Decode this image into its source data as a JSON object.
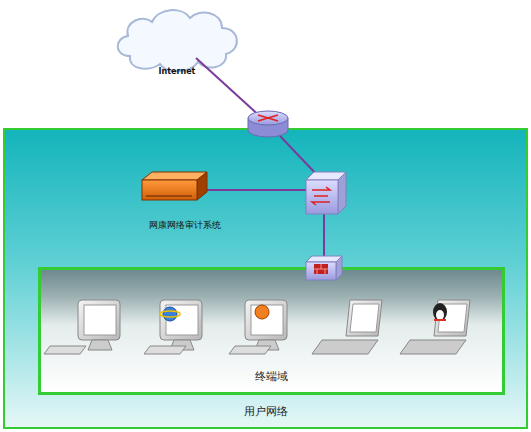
{
  "diagram": {
    "nodes": [
      {
        "text": [
          "Internet"
        ]
      },
      {
        "text": [
          "用户网络"
        ]
      },
      {
        "text": [
          "网康网络审计系统"
        ],
        "in": 1
      },
      {
        "text": [
          "终端域"
        ],
        "in": 1
      }
    ]
  }
}
